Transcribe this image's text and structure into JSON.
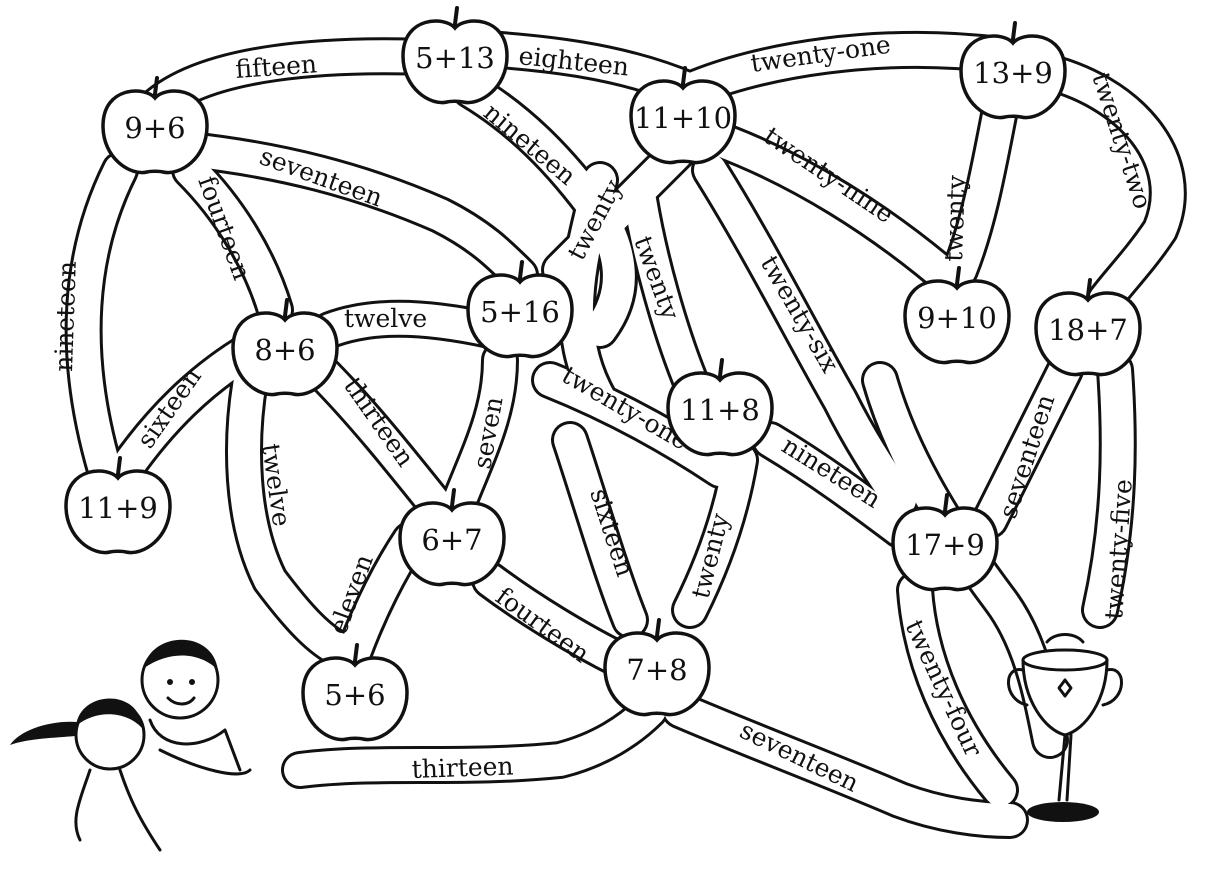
{
  "apples": [
    {
      "id": "a1",
      "expr": "5+13"
    },
    {
      "id": "a2",
      "expr": "9+6"
    },
    {
      "id": "a3",
      "expr": "11+10"
    },
    {
      "id": "a4",
      "expr": "13+9"
    },
    {
      "id": "a5",
      "expr": "5+16"
    },
    {
      "id": "a6",
      "expr": "8+6"
    },
    {
      "id": "a7",
      "expr": "9+10"
    },
    {
      "id": "a8",
      "expr": "18+7"
    },
    {
      "id": "a9",
      "expr": "11+8"
    },
    {
      "id": "a10",
      "expr": "11+9"
    },
    {
      "id": "a11",
      "expr": "6+7"
    },
    {
      "id": "a12",
      "expr": "17+9"
    },
    {
      "id": "a13",
      "expr": "5+6"
    },
    {
      "id": "a14",
      "expr": "7+8"
    }
  ],
  "roads": [
    {
      "id": "r1",
      "label": "fifteen"
    },
    {
      "id": "r2",
      "label": "eighteen"
    },
    {
      "id": "r3",
      "label": "twenty-one"
    },
    {
      "id": "r4",
      "label": "twenty-two"
    },
    {
      "id": "r5",
      "label": "seventeen"
    },
    {
      "id": "r6",
      "label": "nineteen"
    },
    {
      "id": "r7",
      "label": "twenty"
    },
    {
      "id": "r8",
      "label": "twenty-nine"
    },
    {
      "id": "r9",
      "label": "twenty"
    },
    {
      "id": "r10",
      "label": "nineteen"
    },
    {
      "id": "r11",
      "label": "fourteen"
    },
    {
      "id": "r12",
      "label": "twelve"
    },
    {
      "id": "r13",
      "label": "twenty"
    },
    {
      "id": "r14",
      "label": "twenty-six"
    },
    {
      "id": "r15",
      "label": "sixteen"
    },
    {
      "id": "r16",
      "label": "thirteen"
    },
    {
      "id": "r17",
      "label": "seven"
    },
    {
      "id": "r18",
      "label": "twenty-one"
    },
    {
      "id": "r19",
      "label": "seventeen"
    },
    {
      "id": "r20",
      "label": "twelve"
    },
    {
      "id": "r21",
      "label": "nineteen"
    },
    {
      "id": "r22",
      "label": "twenty-five"
    },
    {
      "id": "r23",
      "label": "sixteen"
    },
    {
      "id": "r24",
      "label": "twenty"
    },
    {
      "id": "r25",
      "label": "eleven"
    },
    {
      "id": "r26",
      "label": "fourteen"
    },
    {
      "id": "r27",
      "label": "twenty-four"
    },
    {
      "id": "r28",
      "label": "thirteen"
    },
    {
      "id": "r29",
      "label": "seventeen"
    }
  ]
}
